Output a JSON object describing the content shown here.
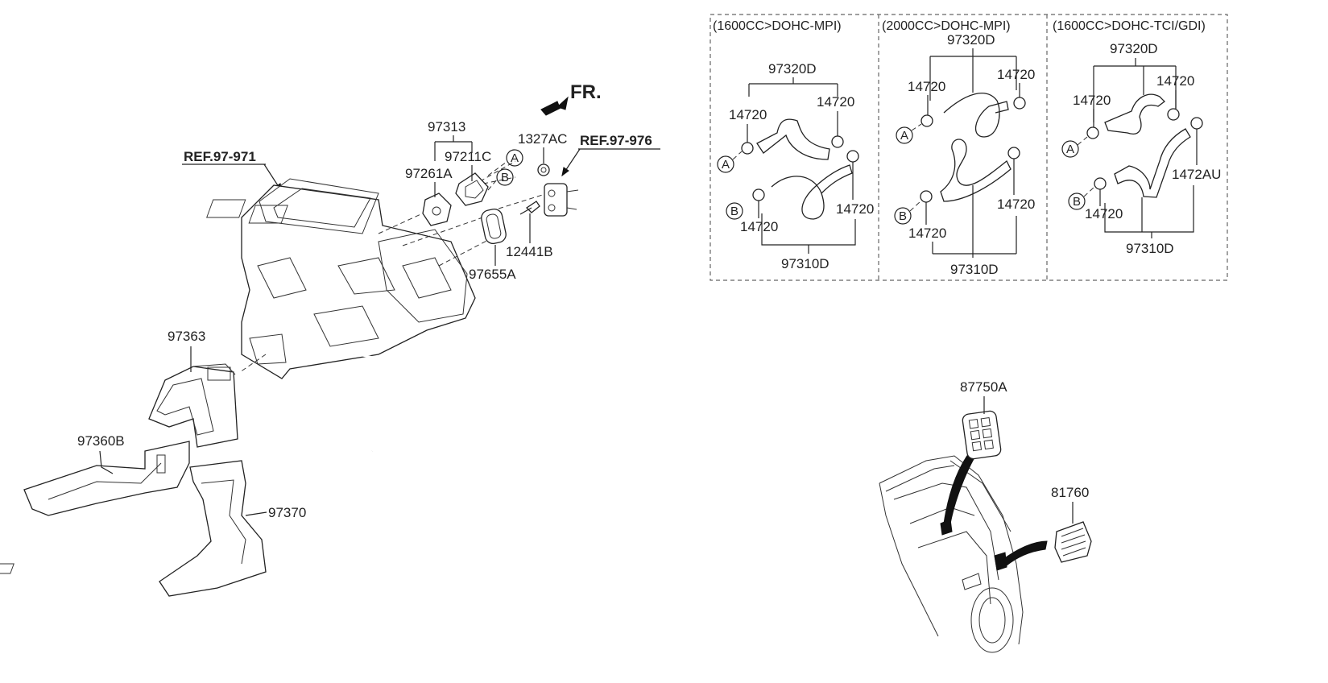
{
  "diagram": {
    "orientation_label": "FR.",
    "references": {
      "ref_971": "REF.97-971",
      "ref_976": "REF.97-976"
    },
    "main_assembly_parts": {
      "p97313": "97313",
      "p97211C": "97211C",
      "p97261A": "97261A",
      "p1327AC": "1327AC",
      "p12441B": "12441B",
      "p97655A": "97655A",
      "p97363": "97363",
      "p97360B": "97360B",
      "p97370": "97370"
    },
    "callouts": {
      "a": "A",
      "b": "B"
    },
    "hose_variants": [
      {
        "header": "(1600CC>DOHC-MPI)",
        "upper_hose": "97320D",
        "lower_hose": "97310D",
        "clamps": [
          "14720",
          "14720",
          "14720",
          "14720"
        ]
      },
      {
        "header": "(2000CC>DOHC-MPI)",
        "upper_hose": "97320D",
        "lower_hose": "97310D",
        "clamps": [
          "14720",
          "14720",
          "14720",
          "14720"
        ]
      },
      {
        "header": "(1600CC>DOHC-TCI/GDI)",
        "upper_hose": "97320D",
        "lower_hose": "97310D",
        "clamps": [
          "14720",
          "14720",
          "14720",
          "1472AU"
        ]
      }
    ],
    "vent_parts": {
      "p87750A": "87750A",
      "p81760": "81760"
    }
  }
}
